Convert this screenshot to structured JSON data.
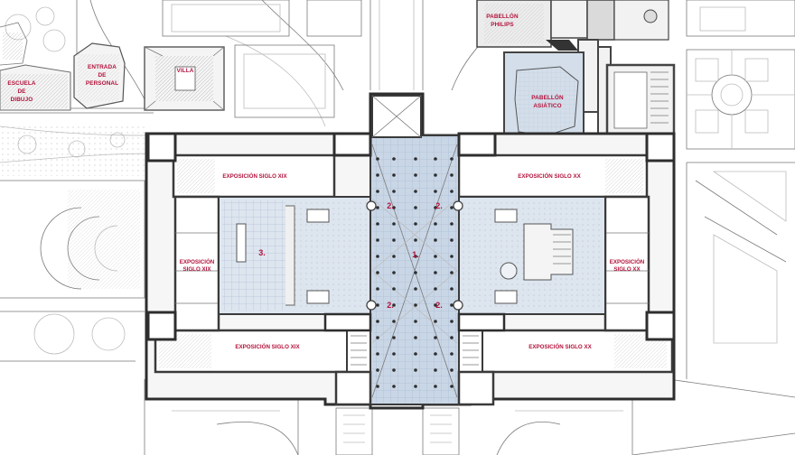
{
  "labels": {
    "escuela": [
      "ESCUELA",
      "DE",
      "DIBUJO"
    ],
    "entrada": [
      "ENTRADA",
      "DE",
      "PERSONAL"
    ],
    "villa": "VILLA",
    "philips": [
      "PABELLÓN",
      "PHILIPS"
    ],
    "asiatico": [
      "PABELLÓN",
      "ASIÁTICO"
    ],
    "exp_xix_top": "EXPOSICIÓN SIGLO XIX",
    "exp_xx_top": "EXPOSICIÓN SIGLO XX",
    "exp_xix_left": [
      "EXPOSICIÓN",
      "SIGLO XIX"
    ],
    "exp_xx_right": [
      "EXPOSICIÓN",
      "SIGLO XX"
    ],
    "exp_xix_bottom": "EXPOSICIÓN SIGLO XIX",
    "exp_xx_bottom": "EXPOSICIÓN SIGLO XX"
  },
  "markers": {
    "m1": "1.",
    "m2_top_left": "2.",
    "m2_top_right": "2.",
    "m2_bottom_left": "2.",
    "m2_bottom_right": "2.",
    "m3": "3."
  },
  "colors": {
    "label": "#b3123b",
    "hall_fill": "#c9d6e6",
    "wing_fill": "#dde5ef",
    "wall": "#3a3a3a"
  }
}
